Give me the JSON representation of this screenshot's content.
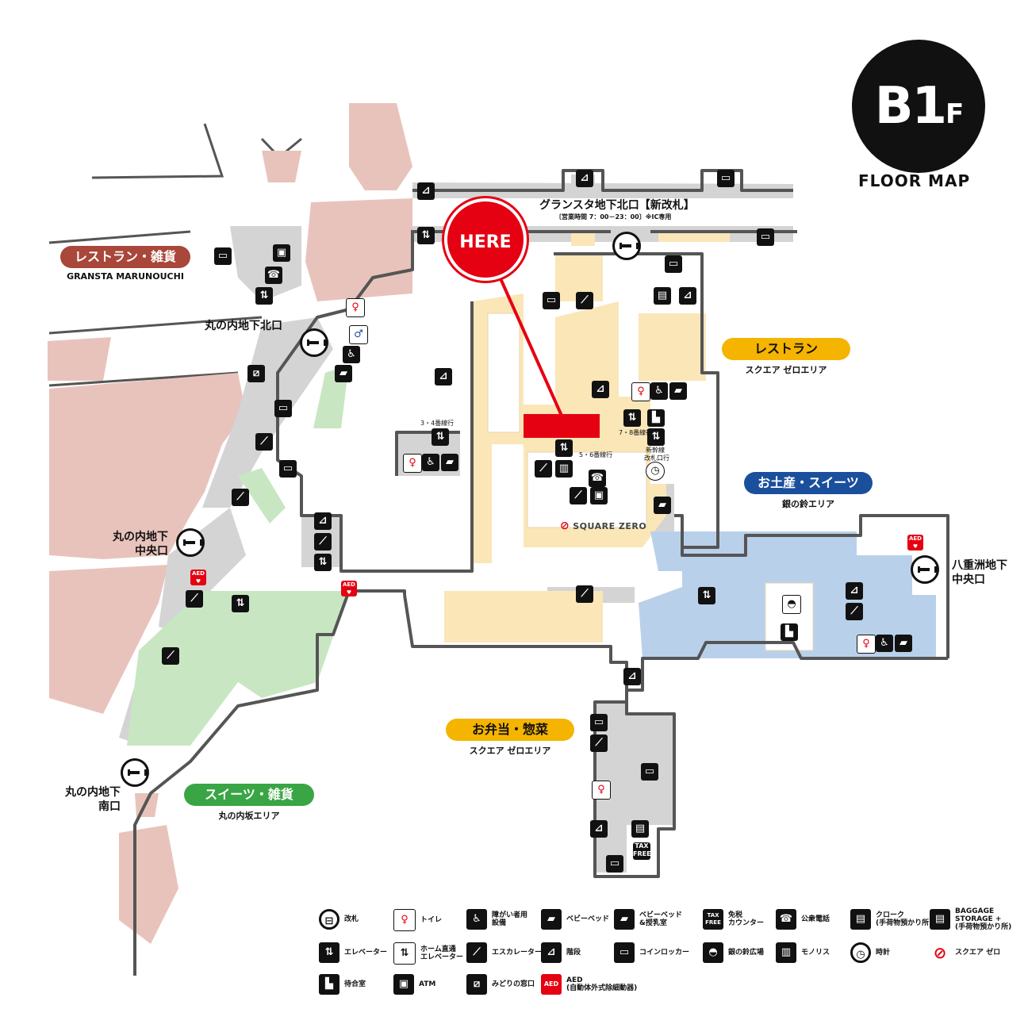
{
  "floor": {
    "code": "B1",
    "suffix": "F",
    "caption": "FLOOR MAP"
  },
  "here": "HERE",
  "areas": {
    "restaurant_zakka": {
      "title": "レストラン・雑貨",
      "sub": "GRANSTA MARUNOUCHI"
    },
    "restaurant": {
      "title": "レストラン",
      "sub": "スクエア ゼロエリア"
    },
    "souvenir": {
      "title": "お土産・スイーツ",
      "sub": "銀の鈴エリア"
    },
    "bento": {
      "title": "お弁当・惣菜",
      "sub": "スクエア ゼロエリア"
    },
    "sweets_zakka": {
      "title": "スイーツ・雑貨",
      "sub": "丸の内坂エリア"
    }
  },
  "gates": {
    "north_gransta": {
      "name": "グランスタ地下北口【新改札】",
      "hours": "〔営業時間 7：00－23：00〕※IC専用"
    },
    "marunouchi_north": "丸の内地下北口",
    "marunouchi_central_1": "丸の内地下",
    "marunouchi_central_2": "中央口",
    "marunouchi_south_1": "丸の内地下",
    "marunouchi_south_2": "南口",
    "yaesu_central_1": "八重洲地下",
    "yaesu_central_2": "中央口"
  },
  "platform_labels": {
    "p34": "3・4番線行",
    "p56": "5・6番線行",
    "p78": "7・8番線行",
    "shinkansen_1": "新幹線",
    "shinkansen_2": "改札口行"
  },
  "square_zero": "SQUARE ZERO",
  "aed_label": "AED",
  "legend": [
    {
      "icon": "ticket-gate-icon",
      "label": "改札"
    },
    {
      "icon": "toilet-icon",
      "label": "トイレ"
    },
    {
      "icon": "accessible-toilet-icon",
      "label": "障がい者用\n設備"
    },
    {
      "icon": "baby-bed-icon",
      "label": "ベビーベッド"
    },
    {
      "icon": "baby-bed-nursing-icon",
      "label": "ベビーベッド\n&授乳室"
    },
    {
      "icon": "tax-free-icon",
      "label": "免税\nカウンター"
    },
    {
      "icon": "public-phone-icon",
      "label": "公衆電話"
    },
    {
      "icon": "cloak-icon",
      "label": "クローク\n(手荷物預かり所)"
    },
    {
      "icon": "baggage-storage-icon",
      "label": "BAGGAGE\nSTORAGE +\n(手荷物預かり所)"
    },
    {
      "icon": "elevator-icon",
      "label": "エレベーター"
    },
    {
      "icon": "platform-elevator-icon",
      "label": "ホーム直通\nエレベーター"
    },
    {
      "icon": "escalator-icon",
      "label": "エスカレーター"
    },
    {
      "icon": "stairs-icon",
      "label": "階段"
    },
    {
      "icon": "coin-locker-icon",
      "label": "コインロッカー"
    },
    {
      "icon": "silver-bell-icon",
      "label": "銀の鈴広場"
    },
    {
      "icon": "monolith-icon",
      "label": "モノリス"
    },
    {
      "icon": "clock-icon",
      "label": "時計"
    },
    {
      "icon": "square-zero-icon",
      "label": "スクエア ゼロ"
    },
    {
      "icon": "waiting-room-icon",
      "label": "待合室"
    },
    {
      "icon": "atm-icon",
      "label": "ATM"
    },
    {
      "icon": "midori-window-icon",
      "label": "みどりの窓口"
    },
    {
      "icon": "aed-icon",
      "label": "AED\n(自動体外式除細動器)"
    }
  ],
  "colors": {
    "restaurant_zakka": "#e8c3bc",
    "restaurant": "#fbe6b8",
    "souvenir": "#b9d0ea",
    "sweets": "#c9e6c2",
    "corridor": "#d4d4d4",
    "wall": "#555555",
    "accent_red": "#e50012"
  }
}
